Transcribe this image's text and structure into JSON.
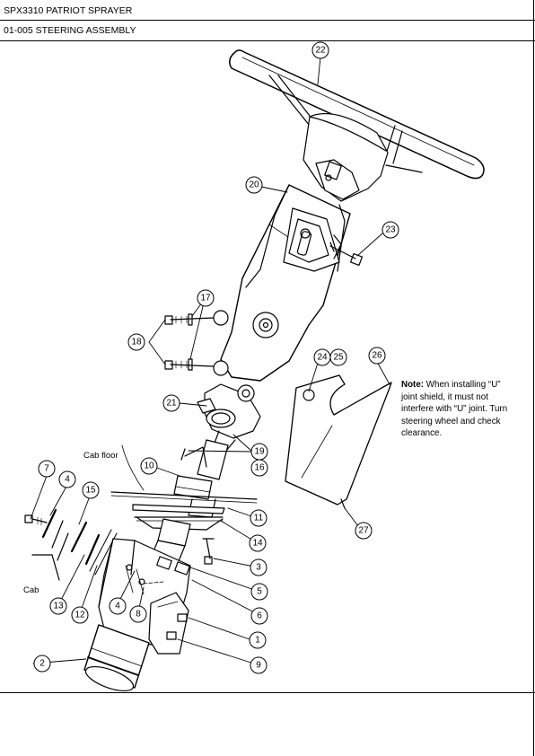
{
  "header": {
    "line1": "SPX3310 PATRIOT SPRAYER",
    "line2": "01-005 STEERING ASSEMBLY"
  },
  "diagram": {
    "labels": {
      "cab_floor": "Cab floor",
      "cab": "Cab"
    },
    "callouts": [
      {
        "id": "c22",
        "text": "22"
      },
      {
        "id": "c20",
        "text": "20"
      },
      {
        "id": "c23",
        "text": "23"
      },
      {
        "id": "c17",
        "text": "17"
      },
      {
        "id": "c18",
        "text": "18"
      },
      {
        "id": "c21",
        "text": "21"
      },
      {
        "id": "c19",
        "text": "19"
      },
      {
        "id": "c16",
        "text": "16"
      },
      {
        "id": "c10",
        "text": "10"
      },
      {
        "id": "c24",
        "text": "24"
      },
      {
        "id": "c25",
        "text": "25"
      },
      {
        "id": "c26",
        "text": "26"
      },
      {
        "id": "c27",
        "text": "27"
      },
      {
        "id": "c7",
        "text": "7"
      },
      {
        "id": "c4a",
        "text": "4"
      },
      {
        "id": "c15",
        "text": "15"
      },
      {
        "id": "c11",
        "text": "11"
      },
      {
        "id": "c14",
        "text": "14"
      },
      {
        "id": "c3",
        "text": "3"
      },
      {
        "id": "c5",
        "text": "5"
      },
      {
        "id": "c6",
        "text": "6"
      },
      {
        "id": "c13",
        "text": "13"
      },
      {
        "id": "c12",
        "text": "12"
      },
      {
        "id": "c4b",
        "text": "4"
      },
      {
        "id": "c8",
        "text": "8"
      },
      {
        "id": "c1",
        "text": "1"
      },
      {
        "id": "c9",
        "text": "9"
      },
      {
        "id": "c2",
        "text": "2"
      }
    ],
    "note": {
      "bold": "Note:",
      "text": " When installing “U” joint shield, it must not interfere with “U” joint. Turn steering wheel and check clearance."
    }
  }
}
